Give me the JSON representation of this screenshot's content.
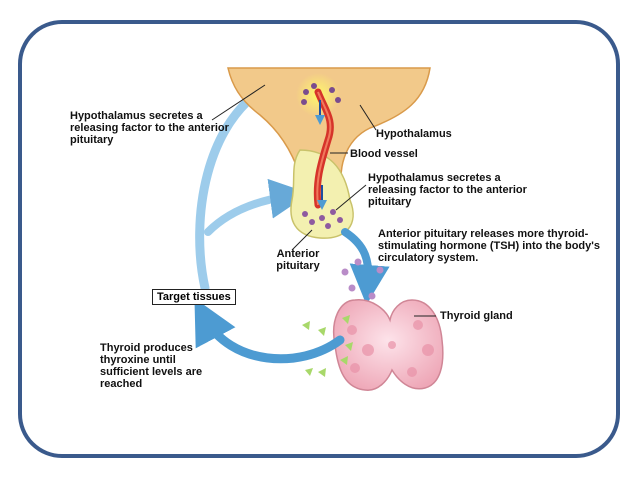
{
  "labels": {
    "hypo_secretes_top": "Hypothalamus secretes a releasing factor to the anterior pituitary",
    "hypothalamus": "Hypothalamus",
    "blood_vessel": "Blood vessel",
    "hypo_secretes_mid": "Hypothalamus secretes a releasing factor to the anterior pituitary",
    "anterior_pituitary": "Anterior pituitary",
    "ant_pit_releases": "Anterior pituitary releases more thyroid-stimulating hormone (TSH) into the body's circulatory system.",
    "target_tissues": "Target tissues",
    "thyroid_gland": "Thyroid gland",
    "thyroid_produces": "Thyroid produces thyroxine until sufficient levels are reached"
  },
  "colors": {
    "frame": "#3a5a8c",
    "arrow": "#5aa7d8",
    "hypothalamus": "#f2c98a",
    "pituitary": "#f3f0b0",
    "thyroid": "#f2b9c6",
    "blood": "#d6332a",
    "tsh_dot": "#b98cc8",
    "thyroxine": "#a8d86a"
  }
}
